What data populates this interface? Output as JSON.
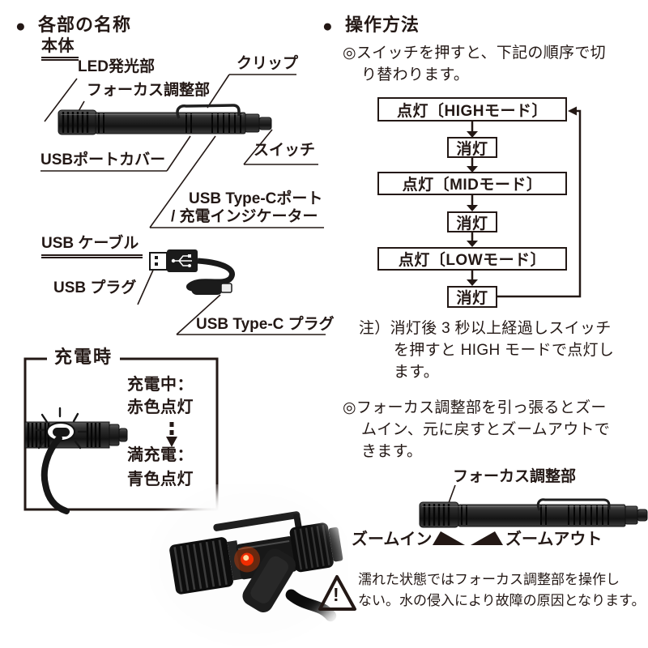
{
  "page": {
    "bullet": "●",
    "parts_title": "各部の名称",
    "ops_title": "操作方法"
  },
  "parts": {
    "body": "本体",
    "led": "LED発光部",
    "focus": "フォーカス調整部",
    "clip": "クリップ",
    "usb_cover": "USBポートカバー",
    "switch": "スイッチ",
    "typec_port_l1": "USB Type-Cポート",
    "typec_port_l2": "/ 充電インジケーター",
    "usb_cable": "USB ケーブル",
    "usb_plug": "USB プラグ",
    "typec_plug": "USB Type-C プラグ"
  },
  "charge": {
    "title": "充電時",
    "charging_label": "充電中：",
    "charging_state": "赤色点灯",
    "full_label": "満充電：",
    "full_state": "青色点灯"
  },
  "ops": {
    "switch_desc_l1": "◎スイッチを押すと、下記の順序で切",
    "switch_desc_l2": "り替わります。",
    "flow": [
      {
        "label": "点灯〔HIGHモード〕"
      },
      {
        "label": "消灯"
      },
      {
        "label": "点灯〔MIDモード〕"
      },
      {
        "label": "消灯"
      },
      {
        "label": "点灯〔LOWモード〕"
      },
      {
        "label": "消灯"
      }
    ],
    "note_l1": "注）消灯後 3 秒以上経過しスイッチ",
    "note_l2": "を押すと HIGH モードで点灯し",
    "note_l3": "ます。",
    "focus_desc_l1": "◎フォーカス調整部を引っ張るとズー",
    "focus_desc_l2": "ムイン、元に戻すとズームアウトで",
    "focus_desc_l3": "きます。",
    "focus_label": "フォーカス調整部",
    "zoom_in": "ズームイン",
    "zoom_out": "ズームアウト"
  },
  "warning": {
    "mark": "!",
    "l1": "濡れた状態ではフォーカス調整部を操作し",
    "l2": "ない。水の侵入により故障の原因となります。"
  },
  "colors": {
    "ink": "#231815",
    "led_glow": "#ff3c00",
    "body_dark": "#1a1a1a"
  }
}
